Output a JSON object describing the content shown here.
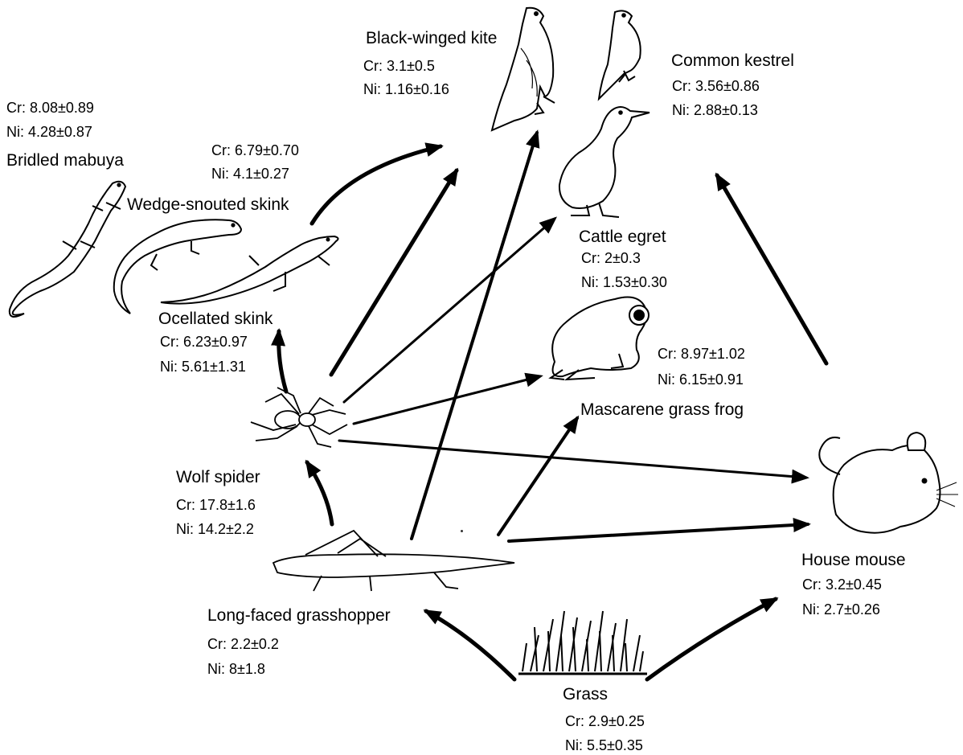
{
  "organisms": {
    "kite": {
      "name": "Black-winged kite",
      "cr": "Cr: 3.1±0.5",
      "ni": "Ni: 1.16±0.16"
    },
    "kestrel": {
      "name": "Common kestrel",
      "cr": "Cr: 3.56±0.86",
      "ni": "Ni: 2.88±0.13"
    },
    "mabuya": {
      "name": "Bridled mabuya",
      "cr": "Cr: 8.08±0.89",
      "ni": "Ni: 4.28±0.87"
    },
    "wedge": {
      "name": "Wedge-snouted skink",
      "cr": "Cr: 6.79±0.70",
      "ni": "Ni: 4.1±0.27"
    },
    "egret": {
      "name": "Cattle egret",
      "cr": "Cr: 2±0.3",
      "ni": "Ni: 1.53±0.30"
    },
    "ocellated": {
      "name": "Ocellated skink",
      "cr": "Cr: 6.23±0.97",
      "ni": "Ni: 5.61±1.31"
    },
    "frog": {
      "name": "Mascarene grass frog",
      "cr": "Cr: 8.97±1.02",
      "ni": "Ni: 6.15±0.91"
    },
    "spider": {
      "name": "Wolf spider",
      "cr": "Cr: 17.8±1.6",
      "ni": "Ni: 14.2±2.2"
    },
    "mouse": {
      "name": "House mouse",
      "cr": "Cr: 3.2±0.45",
      "ni": "Ni: 2.7±0.26"
    },
    "grasshopper": {
      "name": "Long-faced grasshopper",
      "cr": "Cr: 2.2±0.2",
      "ni": "Ni: 8±1.8"
    },
    "grass": {
      "name": "Grass",
      "cr": "Cr: 2.9±0.25",
      "ni": "Ni: 5.5±0.35"
    }
  },
  "links": [
    {
      "from": "grass",
      "to": "grasshopper"
    },
    {
      "from": "grass",
      "to": "mouse"
    },
    {
      "from": "grasshopper",
      "to": "spider"
    },
    {
      "from": "grasshopper",
      "to": "kite"
    },
    {
      "from": "grasshopper",
      "to": "frog"
    },
    {
      "from": "grasshopper",
      "to": "mouse"
    },
    {
      "from": "spider",
      "to": "ocellated"
    },
    {
      "from": "spider",
      "to": "kite"
    },
    {
      "from": "spider",
      "to": "egret"
    },
    {
      "from": "spider",
      "to": "frog"
    },
    {
      "from": "spider",
      "to": "mouse"
    },
    {
      "from": "wedge",
      "to": "kite"
    },
    {
      "from": "mouse",
      "to": "kestrel"
    }
  ]
}
